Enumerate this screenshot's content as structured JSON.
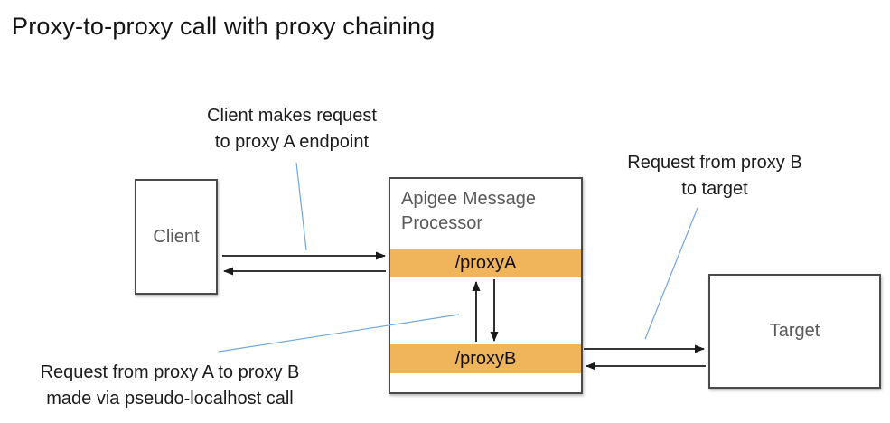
{
  "title": "Proxy-to-proxy call with proxy chaining",
  "annotations": {
    "client_request": "Client makes request\nto proxy A endpoint",
    "proxy_b_to_target": "Request from proxy B\nto target",
    "proxy_a_to_proxy_b": "Request from proxy A to proxy B\nmade via pseudo-localhost call"
  },
  "nodes": {
    "client": {
      "label": "Client"
    },
    "message_processor": {
      "label": "Apigee Message Processor",
      "endpoints": [
        {
          "label": "/proxyA"
        },
        {
          "label": "/proxyB"
        }
      ]
    },
    "target": {
      "label": "Target"
    }
  },
  "colors": {
    "endpoint_bar": "#F0B45B",
    "annotation_line": "#6FA8DC",
    "box_border": "#4A4A4D",
    "label_gray": "#595959"
  }
}
